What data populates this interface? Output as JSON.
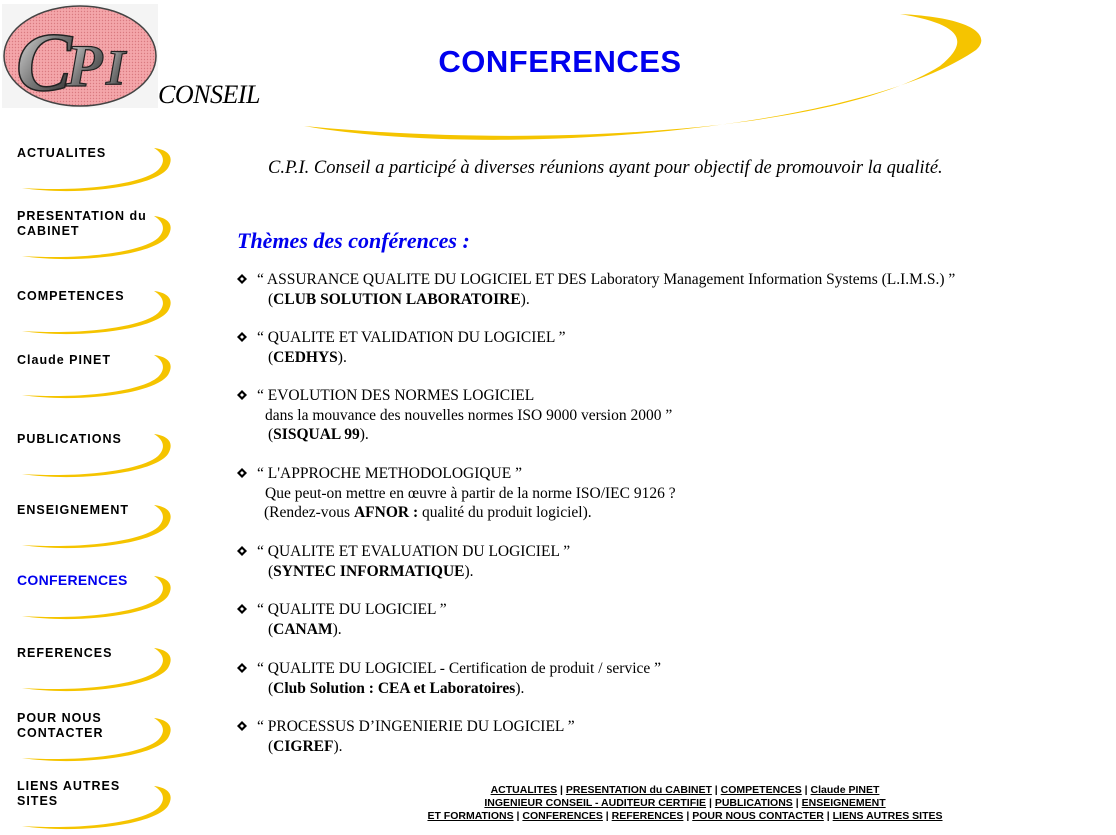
{
  "header": {
    "logo_text": "CPI",
    "conseil": "CONSEIL",
    "page_title": "CONFERENCES"
  },
  "colors": {
    "accent_blue": "#0000ee",
    "swoosh_yellow": "#f5c400",
    "logo_pink": "#f4a6aa"
  },
  "sidebar": {
    "items": [
      {
        "label": "ACTUALITES",
        "active": false
      },
      {
        "label": "PRESENTATION du CABINET",
        "active": false
      },
      {
        "label": "COMPETENCES",
        "active": false
      },
      {
        "label": "Claude PINET",
        "active": false
      },
      {
        "label": "PUBLICATIONS",
        "active": false
      },
      {
        "label": "ENSEIGNEMENT",
        "active": false
      },
      {
        "label": "CONFERENCES",
        "active": true
      },
      {
        "label": "REFERENCES",
        "active": false
      },
      {
        "label": "POUR NOUS CONTACTER",
        "active": false
      },
      {
        "label": "LIENS AUTRES SITES",
        "active": false
      }
    ]
  },
  "main": {
    "intro": "C.P.I. Conseil a participé à diverses réunions ayant pour objectif de promouvoir la qualité.",
    "themes_title": "Thèmes des conférences :",
    "conferences": [
      {
        "title": "“ ASSURANCE QUALITE DU LOGICIEL ET DES Laboratory Management Information Systems (L.I.M.S.) ”",
        "sub": [],
        "org_prefix": "(",
        "org": "CLUB SOLUTION LABORATOIRE",
        "org_suffix": ")."
      },
      {
        "title": "“ QUALITE ET VALIDATION DU LOGICIEL ”",
        "sub": [],
        "org_prefix": "(",
        "org": "CEDHYS",
        "org_suffix": ")."
      },
      {
        "title": "“ EVOLUTION DES NORMES LOGICIEL",
        "sub": [
          "dans la mouvance des nouvelles normes ISO 9000 version 2000 ”"
        ],
        "org_prefix": "(",
        "org": "SISQUAL 99",
        "org_suffix": ")."
      },
      {
        "title": "“ L'APPROCHE METHODOLOGIQUE ”",
        "sub": [
          "Que peut-on mettre en œuvre à partir de la norme ISO/IEC 9126 ?"
        ],
        "org_prefix": "(Rendez-vous ",
        "org": "AFNOR :",
        "org_suffix": " qualité du produit logiciel)."
      },
      {
        "title": "“ QUALITE ET EVALUATION DU LOGICIEL ”",
        "sub": [],
        "org_prefix": "(",
        "org": "SYNTEC INFORMATIQUE",
        "org_suffix": ")."
      },
      {
        "title": "“ QUALITE DU LOGICIEL ”",
        "sub": [],
        "org_prefix": "(",
        "org": "CANAM",
        "org_suffix": ")."
      },
      {
        "title": "“ QUALITE DU LOGICIEL - Certification de produit / service ”",
        "sub": [],
        "org_prefix": "(",
        "org": "Club Solution : CEA et Laboratoires",
        "org_suffix": ")."
      },
      {
        "title": "“ PROCESSUS D’INGENIERIE DU LOGICIEL ”",
        "sub": [],
        "org_prefix": "(",
        "org": "CIGREF",
        "org_suffix": ")."
      }
    ]
  },
  "footer": {
    "links": [
      "ACTUALITES",
      "PRESENTATION du CABINET",
      "COMPETENCES",
      "Claude PINET ",
      "INGENIEUR CONSEIL - AUDITEUR CERTIFIE",
      "PUBLICATIONS",
      "ENSEIGNEMENT",
      "ET FORMATIONS",
      "CONFERENCES",
      "REFERENCES",
      "POUR NOUS CONTACTER",
      "LIENS AUTRES SITES"
    ]
  }
}
